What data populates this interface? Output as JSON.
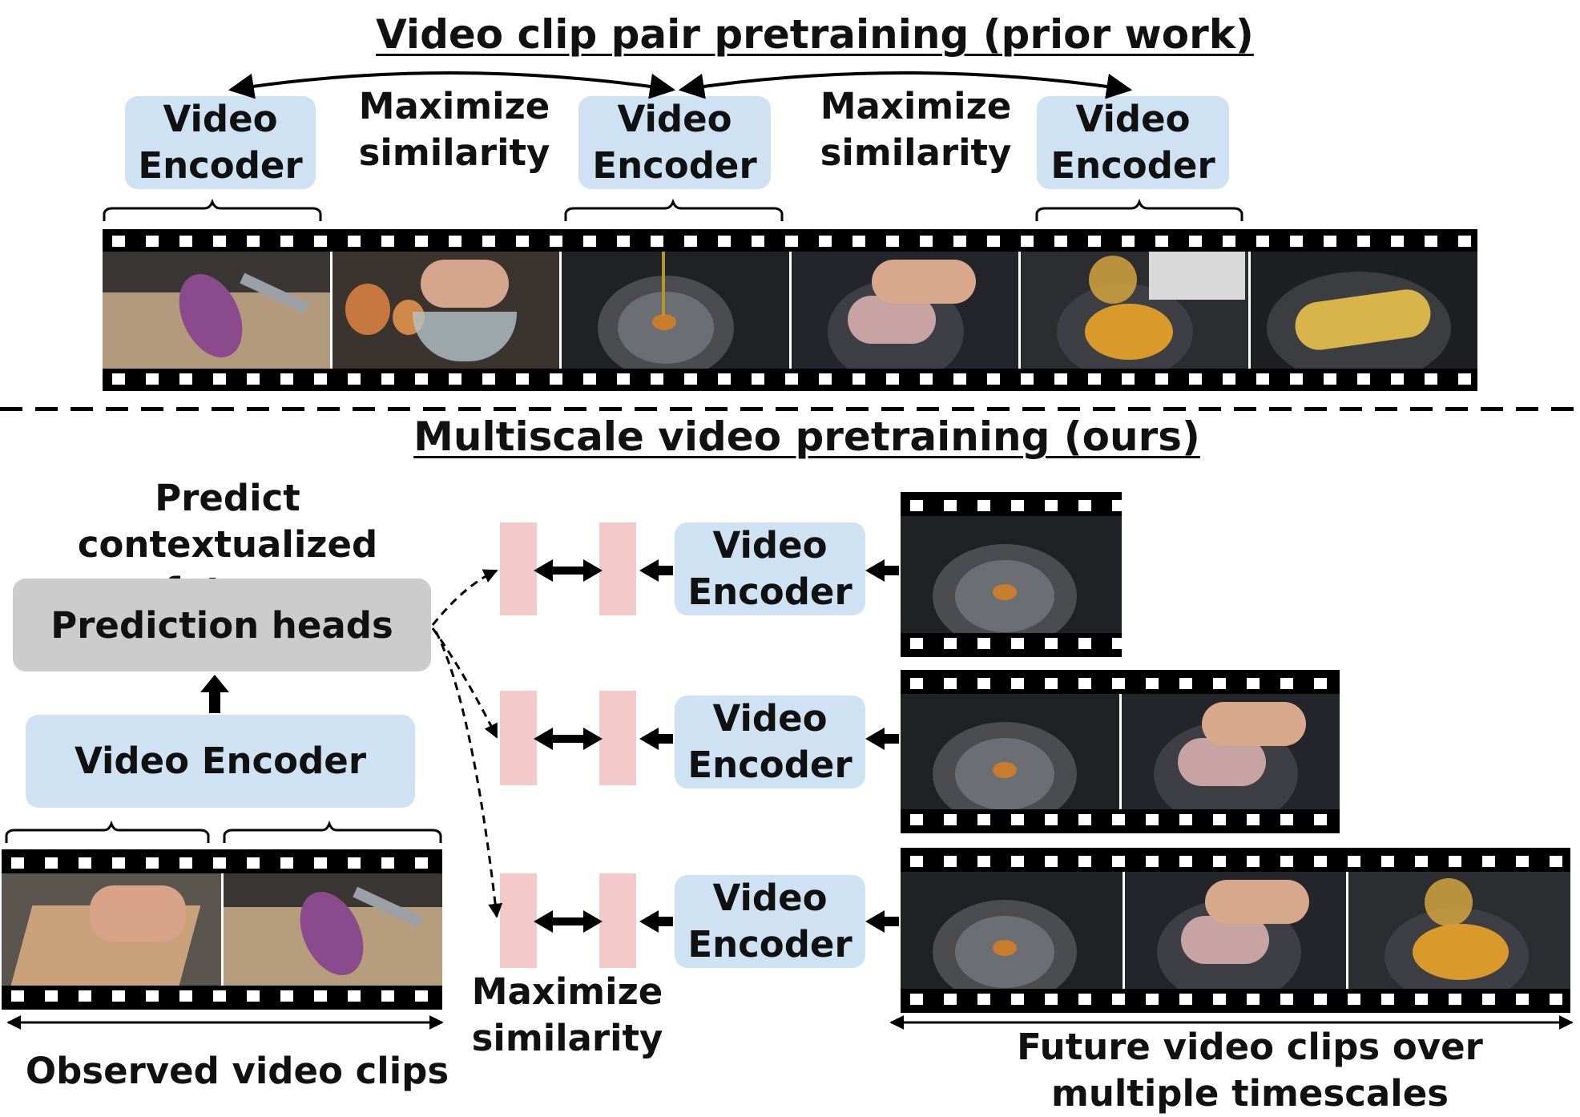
{
  "top": {
    "title": "Video clip pair pretraining (prior work)",
    "encoders": [
      "Video\nEncoder",
      "Video\nEncoder",
      "Video\nEncoder"
    ],
    "similarity_labels": [
      "Maximize\nsimilarity",
      "Maximize\nsimilarity"
    ],
    "frames": [
      "onion-slicing-frame",
      "egg-cracking-frame",
      "oil-pan-frame",
      "pan-cooking-frame",
      "egg-pouring-frame",
      "omelette-frame"
    ]
  },
  "bottom": {
    "title": "Multiscale video pretraining (ours)",
    "predict_label": "Predict contextualized\nfuture representations",
    "prediction_heads": "Prediction heads",
    "video_encoder": "Video Encoder",
    "observed_label": "Observed video clips",
    "observed_frames": [
      "hand-cutting-frame",
      "onion-slicing-frame"
    ],
    "future_encoders": [
      "Video\nEncoder",
      "Video\nEncoder",
      "Video\nEncoder"
    ],
    "similarity_label": "Maximize\nsimilarity",
    "future_label": "Future video clips over\nmultiple timescales",
    "future_rows": [
      [
        "oil-pan-frame"
      ],
      [
        "oil-pan-frame",
        "pan-cooking-frame"
      ],
      [
        "oil-pan-frame",
        "pan-cooking-frame",
        "egg-pouring-frame"
      ]
    ]
  },
  "colors": {
    "encoder": "#cfe2f3",
    "prediction_heads": "#cccccc",
    "embedding": "#f4c9c9",
    "film": "#000000"
  }
}
